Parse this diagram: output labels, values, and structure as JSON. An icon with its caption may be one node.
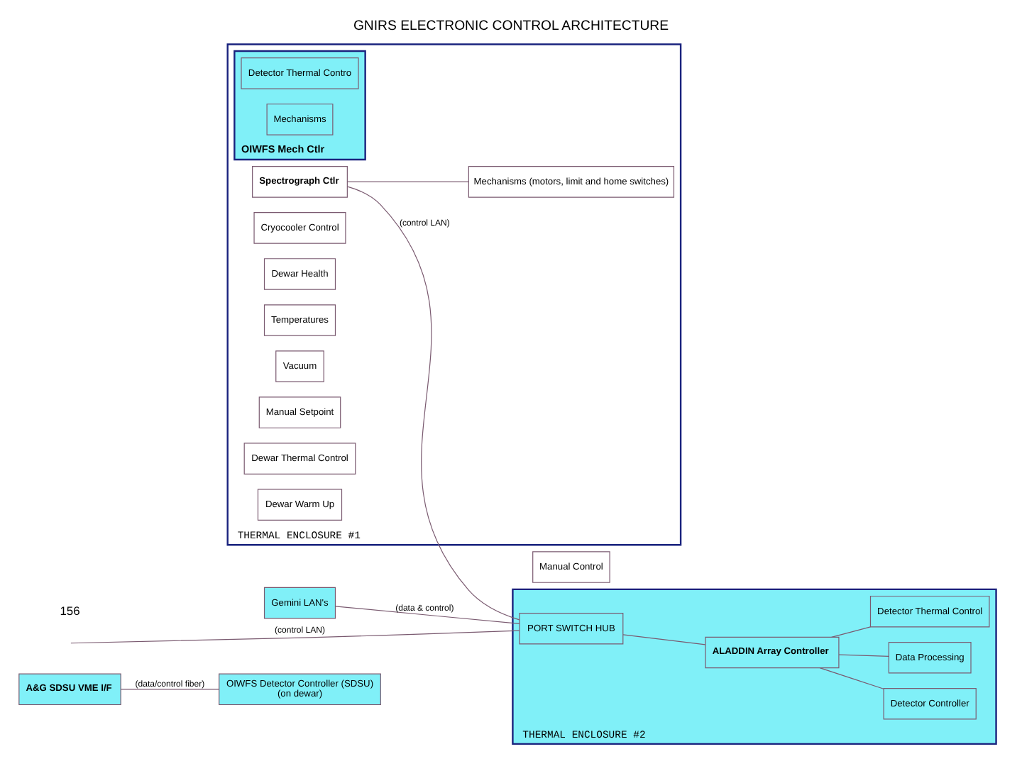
{
  "diagram": {
    "title": "GNIRS ELECTRONIC CONTROL ARCHITECTURE",
    "nodes": [
      {
        "text": [
          "A&G SDSU VME I/F"
        ]
      },
      {
        "text": [
          "Gemini LAN's"
        ]
      },
      {
        "text": [
          "OIWFS Detector Controller (SDSU)",
          "(on dewar)"
        ]
      },
      {
        "text": [
          "THERMAL ENCLOSURE #1"
        ]
      },
      {
        "text": [
          "OIWFS Mech Ctlr"
        ],
        "in": 3
      },
      {
        "text": [
          "Detector Thermal Contro"
        ],
        "in": 4
      },
      {
        "text": [
          "Mechanisms"
        ],
        "in": 4
      },
      {
        "text": [
          "Spectrograph Ctlr"
        ],
        "in": 3
      },
      {
        "text": [
          "Mechanisms (motors, limit and home switches)"
        ],
        "in": 3
      },
      {
        "text": [
          "Cryocooler Control"
        ],
        "in": 3
      },
      {
        "text": [
          "Dewar Health"
        ],
        "in": 3
      },
      {
        "text": [
          "Temperatures"
        ],
        "in": 3
      },
      {
        "text": [
          "Vacuum"
        ],
        "in": 3
      },
      {
        "text": [
          "Manual Setpoint"
        ],
        "in": 3
      },
      {
        "text": [
          "Dewar Thermal Control"
        ],
        "in": 3
      },
      {
        "text": [
          "Dewar Warm Up"
        ],
        "in": 3
      },
      {
        "text": [
          "Manual Control"
        ]
      },
      {
        "text": [
          "THERMAL ENCLOSURE #2"
        ]
      },
      {
        "text": [
          "PORT SWITCH HUB"
        ],
        "in": 17
      },
      {
        "text": [
          "ALADDIN Array Controller"
        ],
        "in": 17
      },
      {
        "text": [
          "Detector Controller"
        ],
        "in": 17
      },
      {
        "text": [
          "Data Processing"
        ],
        "in": 17
      },
      {
        "text": [
          "Detector Thermal Control"
        ],
        "in": 17
      }
    ],
    "edges": [
      {
        "from": 0,
        "to": 2,
        "arrow": "none",
        "label": "(data/control fiber)"
      },
      {
        "from": null,
        "to": 18,
        "arrow": "none",
        "label": "(control LAN)"
      },
      {
        "from": 7,
        "to": 18,
        "arrow": "none",
        "label": "(control LAN)"
      },
      {
        "from": 1,
        "to": 18,
        "arrow": "none",
        "label": "(data & control)"
      },
      {
        "from": 18,
        "to": 19,
        "arrow": "none"
      },
      {
        "from": 7,
        "to": 8,
        "arrow": "none"
      },
      {
        "from": 19,
        "to": 20,
        "arrow": "none"
      },
      {
        "from": 19,
        "to": 21,
        "arrow": "none"
      },
      {
        "from": 19,
        "to": 22,
        "arrow": "none"
      }
    ],
    "labels": [
      "156"
    ]
  }
}
